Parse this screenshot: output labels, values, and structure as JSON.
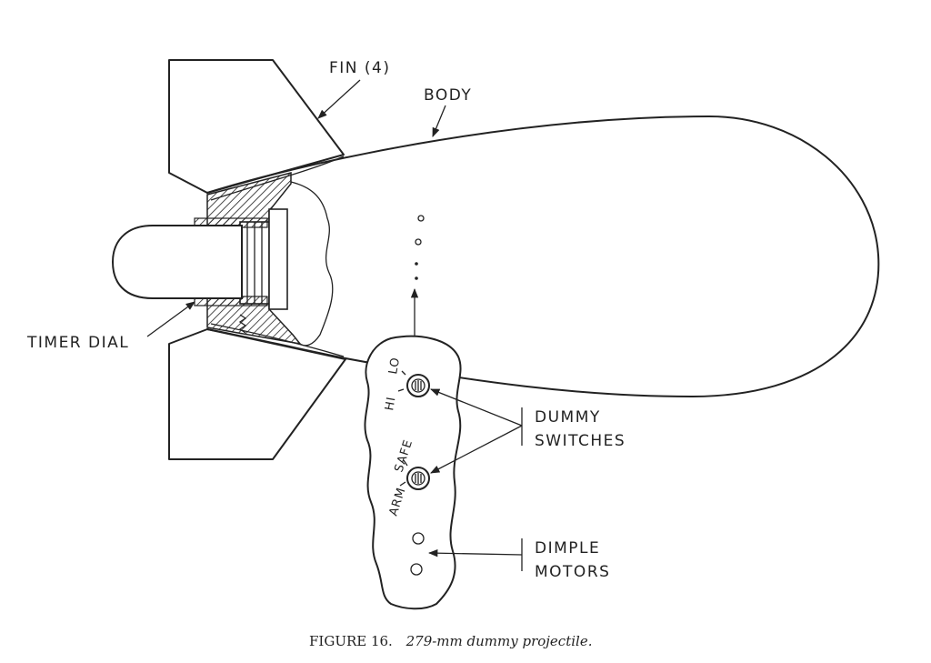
{
  "labels": {
    "fin": "FIN (4)",
    "body": "BODY",
    "timer_dial": "TIMER DIAL",
    "dummy_switches_line1": "DUMMY",
    "dummy_switches_line2": "SWITCHES",
    "dimple_motors_line1": "DIMPLE",
    "dimple_motors_line2": "MOTORS",
    "switch_lo": "LO",
    "switch_hi": "HI",
    "switch_safe": "SAFE",
    "switch_arm": "ARM"
  },
  "caption": {
    "prefix": "FIGURE 16.",
    "text": "279-mm dummy projectile."
  }
}
